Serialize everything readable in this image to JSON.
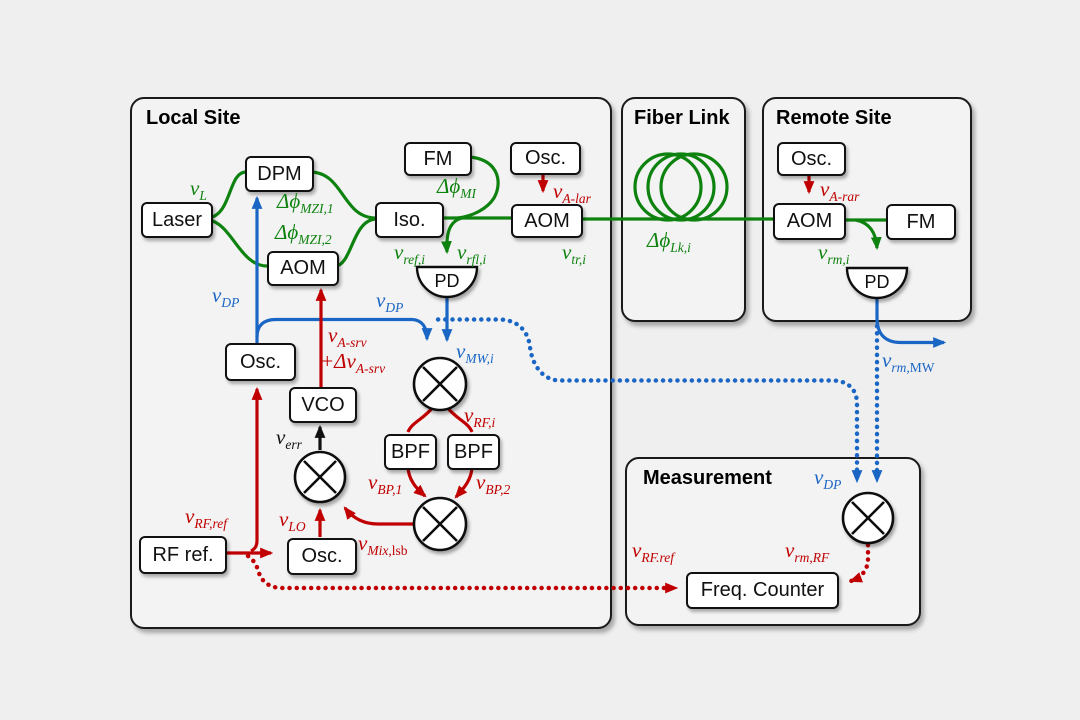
{
  "titles": {
    "local_site": "Local Site",
    "fiber_link": "Fiber Link",
    "remote_site": "Remote Site",
    "measurement": "Measurement"
  },
  "nodes": {
    "laser": "Laser",
    "dpm": "DPM",
    "aom_mzi": "AOM",
    "iso": "Iso.",
    "fm_local": "FM",
    "osc_top": "Osc.",
    "aom_fiber": "AOM",
    "osc_mid": "Osc.",
    "vco": "VCO",
    "bpf1": "BPF",
    "bpf2": "BPF",
    "rf_ref": "RF ref.",
    "osc_bot": "Osc.",
    "osc_remote": "Osc.",
    "aom_remote": "AOM",
    "fm_remote": "FM",
    "freq_counter": "Freq. Counter",
    "pd_local": "PD",
    "pd_remote": "PD"
  },
  "labels": {
    "nu_L": {
      "m": "ν",
      "s": "L"
    },
    "dphi_mzi1": {
      "m": "Δϕ",
      "s": "MZI,1"
    },
    "dphi_mzi2": {
      "m": "Δϕ",
      "s": "MZI,2"
    },
    "nu_DP_left": {
      "m": "ν",
      "s": "DP"
    },
    "dphi_mi": {
      "m": "Δϕ",
      "s": "MI"
    },
    "nu_ref_i": {
      "m": "ν",
      "s": "ref,i"
    },
    "nu_rfl_i": {
      "m": "ν",
      "s": "rfl,i"
    },
    "nu_A_lar": {
      "m": "ν",
      "s": "A-lar"
    },
    "nu_tr_i": {
      "m": "ν",
      "s": "tr,i"
    },
    "dphi_lk": {
      "m": "Δϕ",
      "s": "Lk,i"
    },
    "nu_A_rar": {
      "m": "ν",
      "s": "A-rar"
    },
    "nu_rm_i": {
      "m": "ν",
      "s": "rm,i"
    },
    "nu_DP_mid": {
      "m": "ν",
      "s": "DP"
    },
    "nu_MW_i": {
      "m": "ν",
      "s": "MW,i"
    },
    "nu_A_srv": {
      "m": "ν",
      "s": "A-srv"
    },
    "dnu_A_srv": {
      "m": "+Δν",
      "s": "A-srv"
    },
    "nu_RF_i": {
      "m": "ν",
      "s": "RF,i"
    },
    "nu_BP1": {
      "m": "ν",
      "s": "BP,1"
    },
    "nu_BP2": {
      "m": "ν",
      "s": "BP,2"
    },
    "nu_err": {
      "m": "ν",
      "s": "err"
    },
    "nu_LO": {
      "m": "ν",
      "s": "LO"
    },
    "nu_Mix_lsb": {
      "m": "ν",
      "s": "Mix,",
      "su": "lsb"
    },
    "nu_RF_ref": {
      "m": "ν",
      "s": "RF,ref"
    },
    "nu_rm_MW": {
      "m": "ν",
      "s": "rm,",
      "su": "MW"
    },
    "nu_DP_meas": {
      "m": "ν",
      "s": "DP"
    },
    "nu_RFref_meas": {
      "m": "ν",
      "s": "RF.ref"
    },
    "nu_rm_RF": {
      "m": "ν",
      "s": "rm,RF"
    }
  },
  "colors": {
    "optical_green": "#0e820e",
    "microwave_blue": "#1a66c4",
    "rf_red": "#c00000",
    "black": "#111111"
  }
}
